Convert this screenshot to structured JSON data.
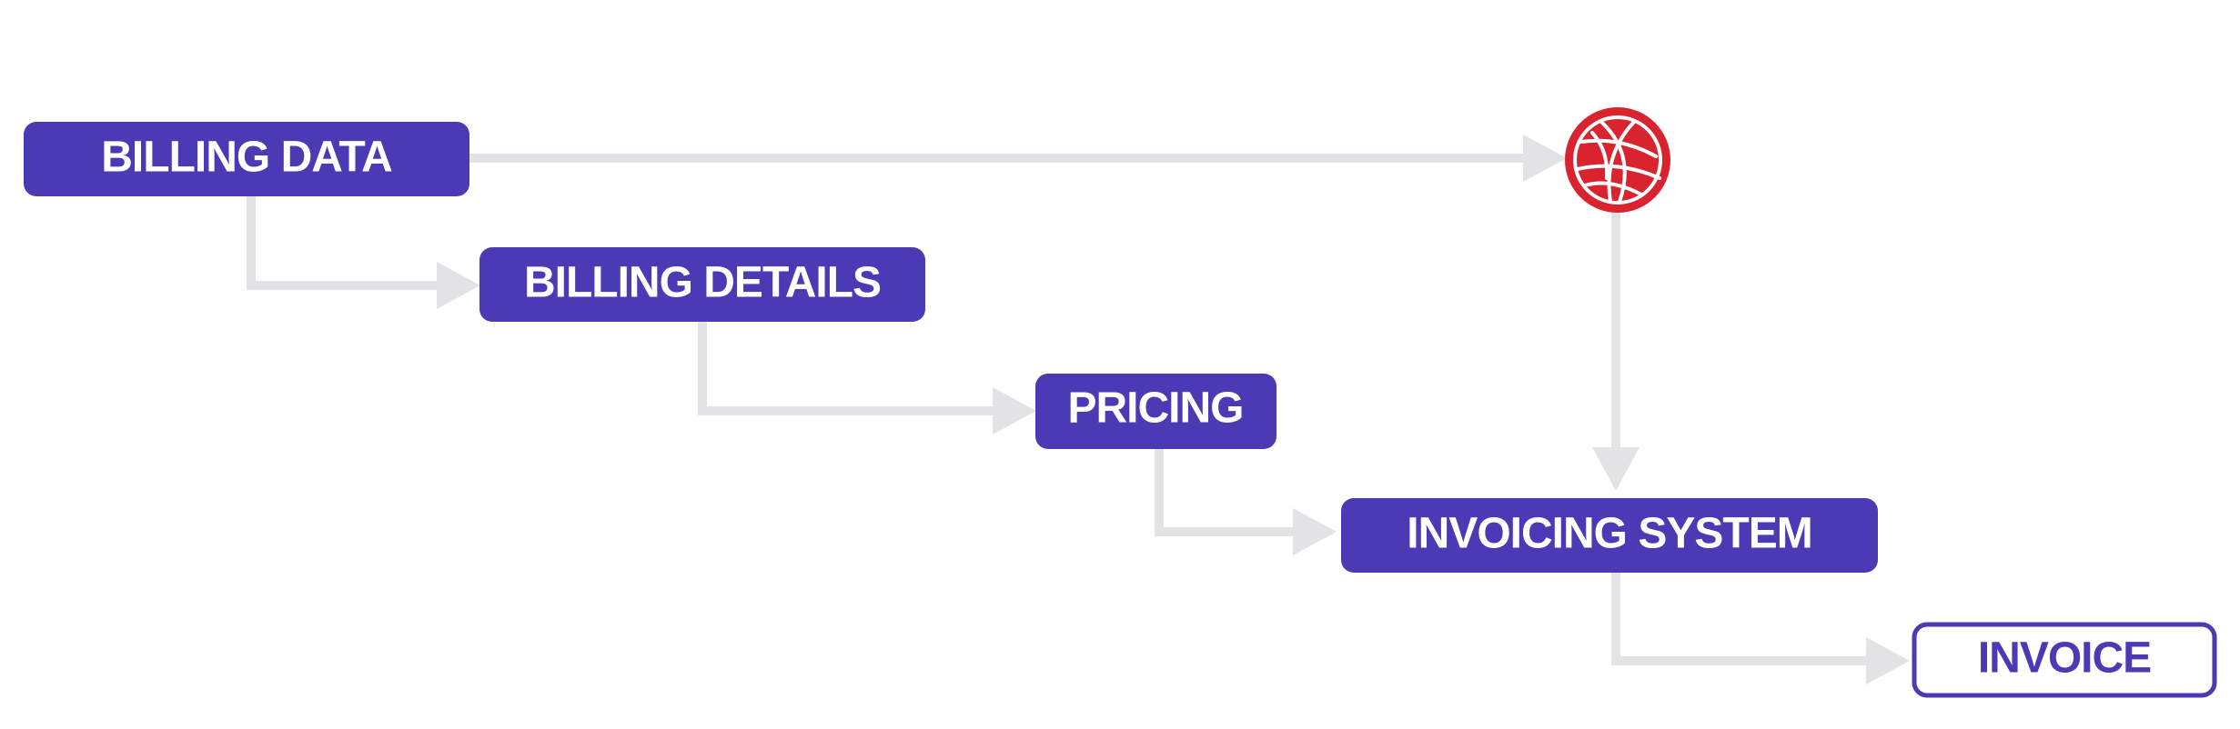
{
  "diagram": {
    "nodes": {
      "billing_data": "BILLING DATA",
      "billing_details": "BILLING DETAILS",
      "pricing": "PRICING",
      "invoicing_system": "INVOICING SYSTEM",
      "invoice": "INVOICE"
    },
    "external_icon": "globe-icon",
    "colors": {
      "node_fill": "#4a3ab3",
      "node_text": "#ffffff",
      "output_border": "#4a3ab3",
      "output_text": "#4a3ab3",
      "connector": "#e3e3e6",
      "globe_fill": "#d9242f",
      "globe_lines": "#ffffff"
    }
  }
}
